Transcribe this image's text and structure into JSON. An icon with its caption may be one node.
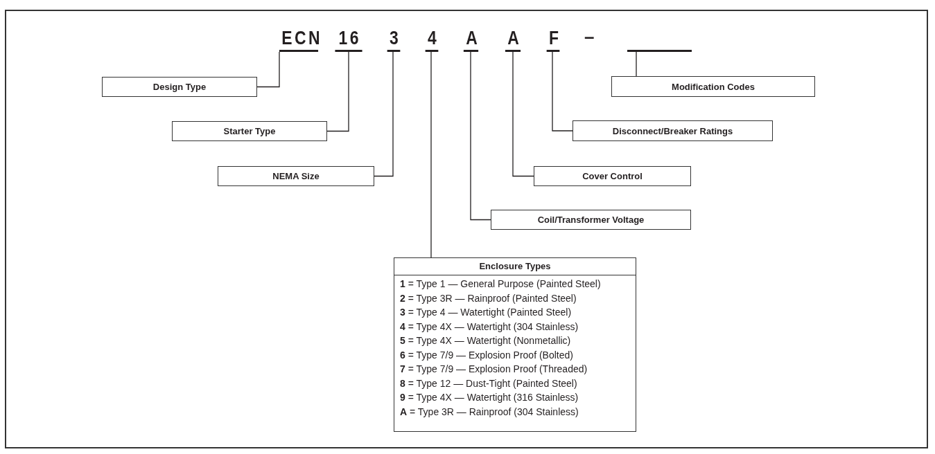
{
  "diagram": {
    "nodes": [
      {
        "text": [
          "ECN"
        ]
      },
      {
        "text": [
          "16"
        ]
      },
      {
        "text": [
          "3"
        ]
      },
      {
        "text": [
          "4"
        ]
      },
      {
        "text": [
          "A"
        ]
      },
      {
        "text": [
          "A"
        ]
      },
      {
        "text": [
          "F"
        ]
      },
      {
        "text": [],
        "shape": "bar"
      },
      {
        "text": [
          "Design Type"
        ]
      },
      {
        "text": [
          "Starter Type"
        ]
      },
      {
        "text": [
          "NEMA Size"
        ]
      },
      {
        "text": [
          "Coil/Transformer Voltage"
        ]
      },
      {
        "text": [
          "Cover Control"
        ]
      },
      {
        "text": [
          "Disconnect/Breaker Ratings"
        ]
      },
      {
        "text": [
          "Modification Codes"
        ]
      },
      {
        "text": [
          "Enclosure Types",
          "**1** = Type 1 — General Purpose (Painted Steel)",
          "**2** = Type 3R — Rainproof (Painted Steel)",
          "**3** = Type 4 — Watertight (Painted Steel)",
          "**4** = Type 4X — Watertight (304 Stainless)",
          "**5** = Type 4X — Watertight (Nonmetallic)",
          "**6** = Type 7/9 — Explosion Proof (Bolted)",
          "**7** = Type 7/9 — Explosion Proof (Threaded)",
          "**8** = Type 12 — Dust-Tight (Painted Steel)",
          "**9** = Type 4X — Watertight (316 Stainless)",
          "**A** = Type 3R — Rainproof (304 Stainless)"
        ]
      }
    ],
    "edges": [
      {
        "from": 0,
        "to": 8,
        "arrow": "none"
      },
      {
        "from": 1,
        "to": 9,
        "arrow": "none"
      },
      {
        "from": 2,
        "to": 10,
        "arrow": "none"
      },
      {
        "from": 3,
        "to": 15,
        "arrow": "none"
      },
      {
        "from": 4,
        "to": 11,
        "arrow": "none"
      },
      {
        "from": 5,
        "to": 12,
        "arrow": "none"
      },
      {
        "from": 6,
        "to": 13,
        "arrow": "none"
      },
      {
        "from": 7,
        "to": 14,
        "arrow": "none"
      }
    ],
    "labels": [
      "–"
    ]
  }
}
